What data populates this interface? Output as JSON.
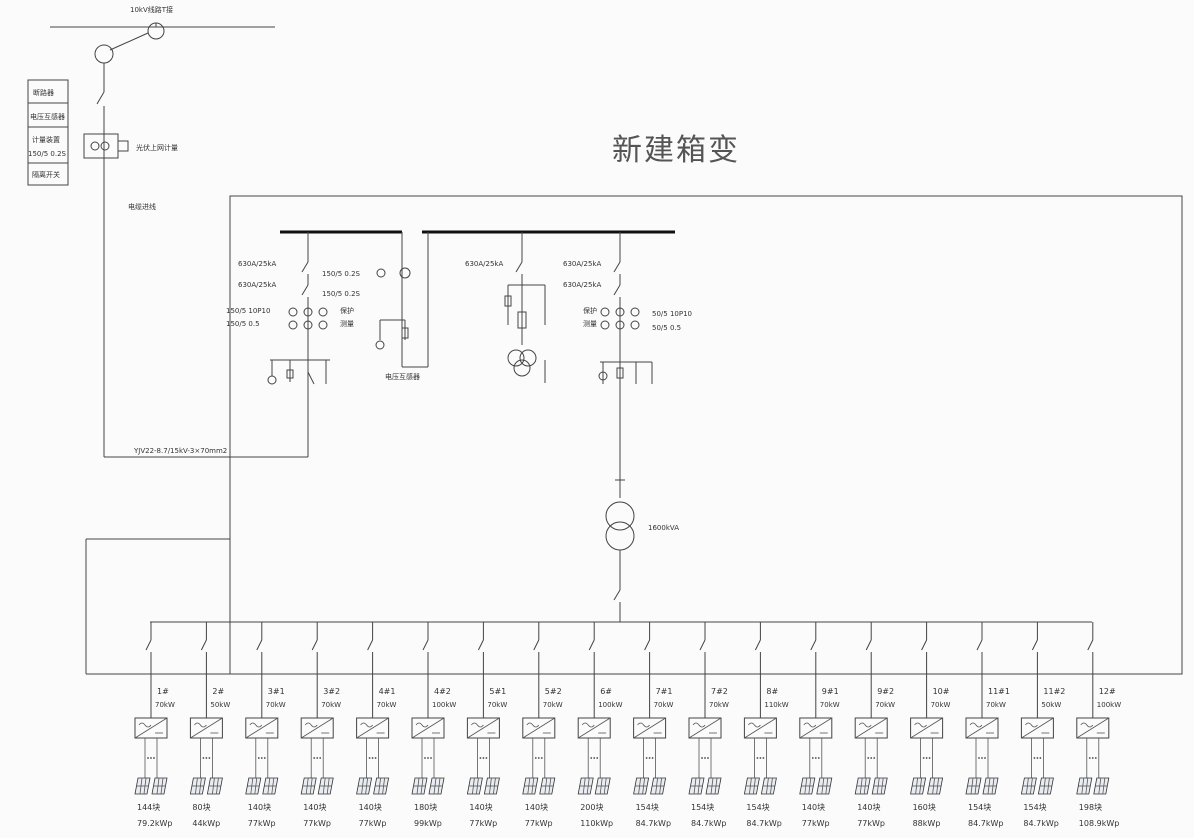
{
  "title": "新建箱变",
  "top_line_label": "10kV线路T接",
  "left_box": {
    "rows": [
      "断路器",
      "电压互感器",
      "计量装置",
      "150/5 0.2S",
      "隔离开关"
    ]
  },
  "grid_point_label": "光伏上网计量",
  "cable_feed_label": "电缆进线",
  "cable_label": "YJV22-8.7/15kV-3×70mm2",
  "pt_label": "电压互感器",
  "feeder_left": {
    "switch1": "630A/25kA",
    "switch2": "630A/25kA",
    "ct1": "150/5 10P10",
    "ct2": "150/5 0.5",
    "prot": "保护",
    "meas": "测量"
  },
  "metering": {
    "ct1": "150/5 0.2S",
    "ct2": "150/5 0.2S"
  },
  "feeder_mid": {
    "switch": "630A/25kA"
  },
  "feeder_right": {
    "switch1": "630A/25kA",
    "switch2": "630A/25kA",
    "ct1": "50/5 10P10",
    "ct2": "50/5 0.5",
    "prot": "保护",
    "meas": "测量"
  },
  "transformer_label": "1600kVA",
  "inverters": [
    {
      "id": "1#",
      "power": "70kW",
      "panels": "144块",
      "capacity": "79.2kWp"
    },
    {
      "id": "2#",
      "power": "50kW",
      "panels": "80块",
      "capacity": "44kWp"
    },
    {
      "id": "3#1",
      "power": "70kW",
      "panels": "140块",
      "capacity": "77kWp"
    },
    {
      "id": "3#2",
      "power": "70kW",
      "panels": "140块",
      "capacity": "77kWp"
    },
    {
      "id": "4#1",
      "power": "70kW",
      "panels": "140块",
      "capacity": "77kWp"
    },
    {
      "id": "4#2",
      "power": "100kW",
      "panels": "180块",
      "capacity": "99kWp"
    },
    {
      "id": "5#1",
      "power": "70kW",
      "panels": "140块",
      "capacity": "77kWp"
    },
    {
      "id": "5#2",
      "power": "70kW",
      "panels": "140块",
      "capacity": "77kWp"
    },
    {
      "id": "6#",
      "power": "100kW",
      "panels": "200块",
      "capacity": "110kWp"
    },
    {
      "id": "7#1",
      "power": "70kW",
      "panels": "154块",
      "capacity": "84.7kWp"
    },
    {
      "id": "7#2",
      "power": "70kW",
      "panels": "154块",
      "capacity": "84.7kWp"
    },
    {
      "id": "8#",
      "power": "110kW",
      "panels": "154块",
      "capacity": "84.7kWp"
    },
    {
      "id": "9#1",
      "power": "70kW",
      "panels": "140块",
      "capacity": "77kWp"
    },
    {
      "id": "9#2",
      "power": "70kW",
      "panels": "140块",
      "capacity": "77kWp"
    },
    {
      "id": "10#",
      "power": "70kW",
      "panels": "160块",
      "capacity": "88kWp"
    },
    {
      "id": "11#1",
      "power": "70kW",
      "panels": "154块",
      "capacity": "84.7kWp"
    },
    {
      "id": "11#2",
      "power": "50kW",
      "panels": "154块",
      "capacity": "84.7kWp"
    },
    {
      "id": "12#",
      "power": "100kW",
      "panels": "198块",
      "capacity": "108.9kWp"
    }
  ]
}
